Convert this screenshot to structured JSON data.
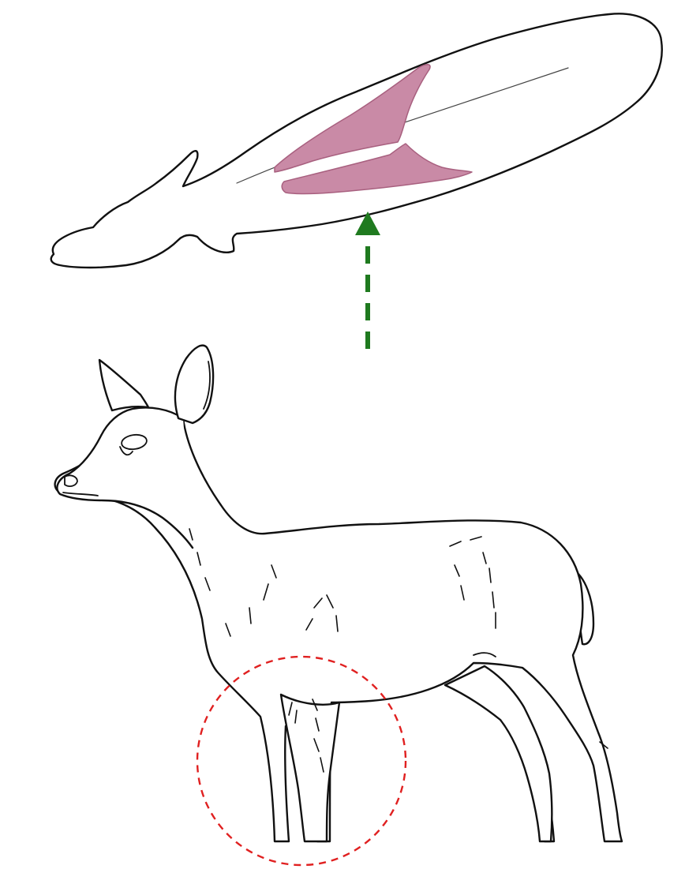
{
  "figure": {
    "subjects": [
      "leg-bone-cross-section",
      "deer-fawn"
    ],
    "colors": {
      "background": "#ffffff",
      "line": "#111111",
      "bone_region": "#c98aa6",
      "bone_region_stroke": "#a8607f",
      "arrow": "#1f7a1f",
      "highlight_circle": "#e02020"
    },
    "arrow": {
      "style": "dashed",
      "direction": "up"
    },
    "highlight": {
      "shape": "circle",
      "style": "dashed",
      "target": "front-legs"
    }
  }
}
